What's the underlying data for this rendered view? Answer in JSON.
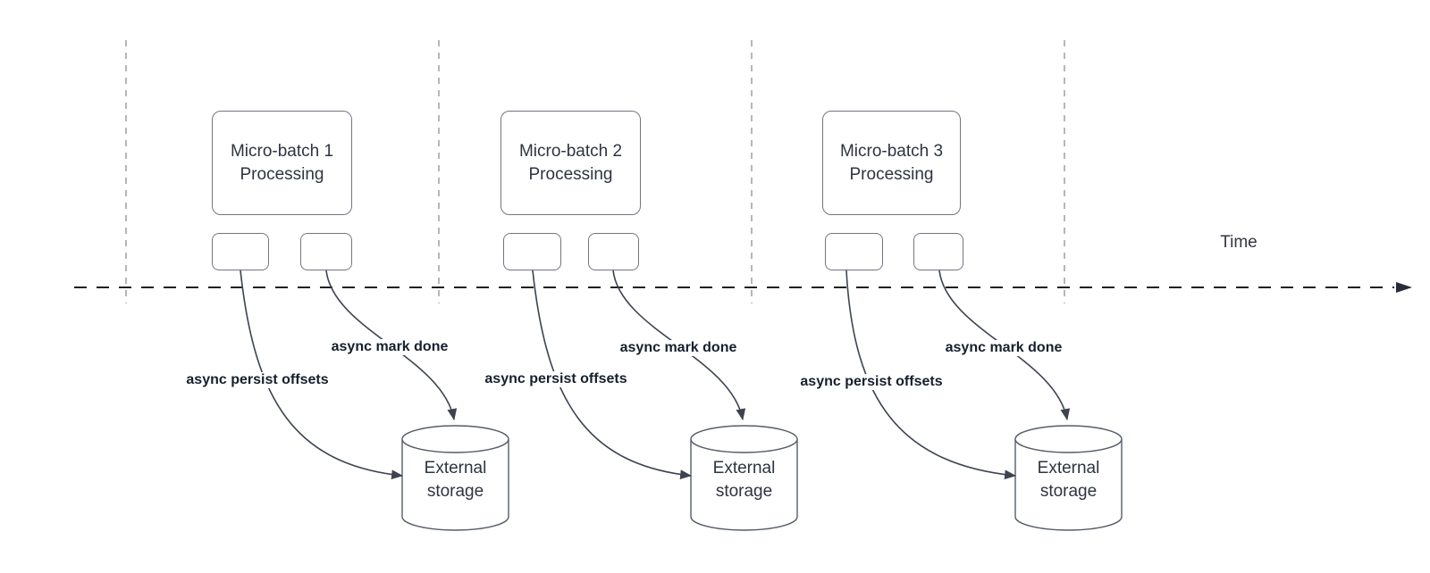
{
  "diagram": {
    "time_axis": {
      "label": "Time"
    },
    "batches": [
      {
        "title": "Micro-batch 1 Processing",
        "persist_arrow_label": "async persist offsets",
        "mark_arrow_label": "async mark done",
        "storage_label": "External storage"
      },
      {
        "title": "Micro-batch 2 Processing",
        "persist_arrow_label": "async persist offsets",
        "mark_arrow_label": "async mark done",
        "storage_label": "External storage"
      },
      {
        "title": "Micro-batch 3 Processing",
        "persist_arrow_label": "async persist offsets",
        "mark_arrow_label": "async mark done",
        "storage_label": "External storage"
      }
    ],
    "colors": {
      "arrow_line": "#3d4450",
      "timeline_line": "#202020",
      "gridline": "#a3a5a9",
      "box_border": "#717680",
      "box_text": "#2e3440",
      "edge_label_text": "#15202e"
    }
  }
}
